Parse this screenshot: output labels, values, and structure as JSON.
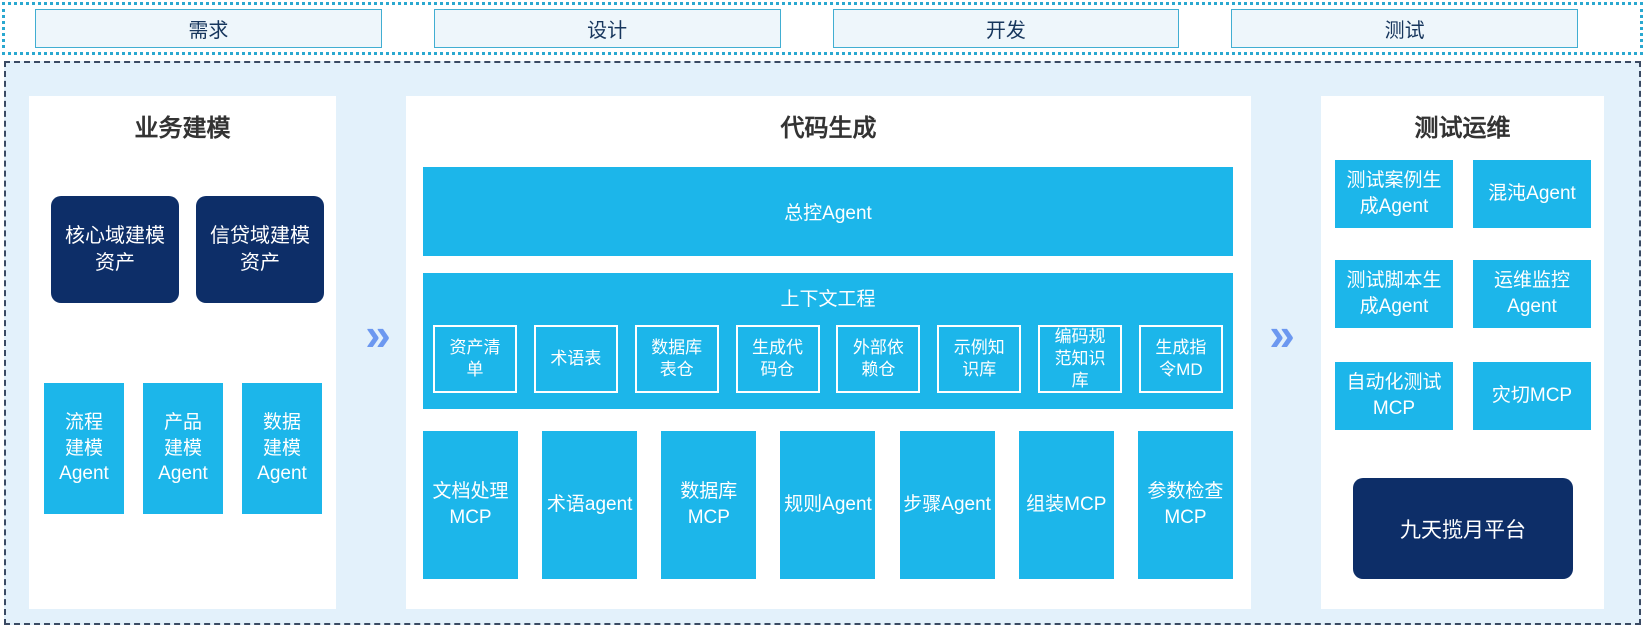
{
  "phases": [
    "需求",
    "设计",
    "开发",
    "测试"
  ],
  "arrow_glyph": "»",
  "business_modeling": {
    "title": "业务建模",
    "asset_boxes": [
      "核心域建模资产",
      "信贷域建模资产"
    ],
    "agent_boxes": [
      "流程建模Agent",
      "产品建模Agent",
      "数据建模Agent"
    ]
  },
  "code_generation": {
    "title": "代码生成",
    "master_agent": "总控Agent",
    "context_engineering": {
      "title": "上下文工程",
      "items": [
        "资产清单",
        "术语表",
        "数据库表仓",
        "生成代码仓",
        "外部依赖仓",
        "示例知识库",
        "编码规范知识库",
        "生成指令MD"
      ]
    },
    "tools": [
      "文档处理MCP",
      "术语agent",
      "数据库MCP",
      "规则Agent",
      "步骤Agent",
      "组装MCP",
      "参数检查MCP"
    ]
  },
  "test_ops": {
    "title": "测试运维",
    "boxes": [
      "测试案例生成Agent",
      "混沌Agent",
      "测试脚本生成Agent",
      "运维监控Agent",
      "自动化测试MCP",
      "灾切MCP"
    ],
    "platform": "九天揽月平台"
  },
  "colors": {
    "cyan": "#1cb6ea",
    "navy": "#0d2e68",
    "region_bg": "#e3f1fb",
    "phase_box_bg": "#eef6fb",
    "phase_border": "#41aed2",
    "dotted_border": "#2aa8d0",
    "dashed_border": "#3a4a63",
    "arrow_blue": "#6c98f0",
    "title_text": "#333333",
    "phase_text": "#17365d"
  }
}
